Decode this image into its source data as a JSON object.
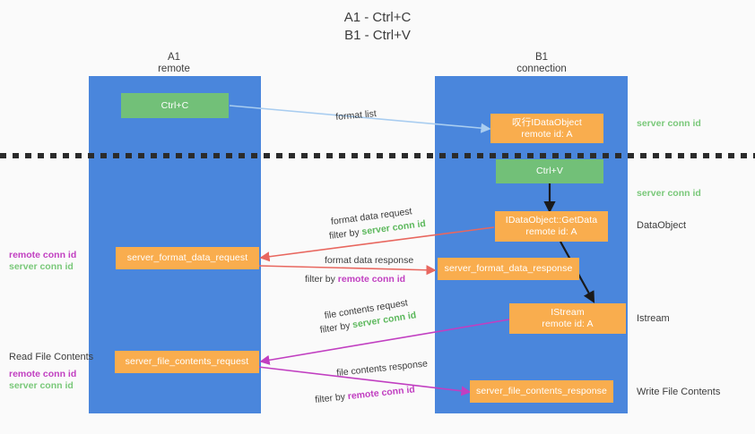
{
  "title": "A1 - Ctrl+C\nB1 - Ctrl+V",
  "lanes": [
    {
      "name": "A1",
      "sub": "remote",
      "header": "A1\nremote"
    },
    {
      "name": "B1",
      "sub": "connection",
      "header": "B1\nconnection"
    }
  ],
  "nodes": {
    "ctrl_c": "Ctrl+C",
    "ctrl_v": "Ctrl+V",
    "idataobject": "叹行IDataObject\nremote id: A",
    "getdata": "IDataObject::GetData\nremote id: A",
    "istream": "IStream\nremote id: A",
    "server_format_data_request": "server_format_data_request",
    "server_format_data_response": "server_format_data_response",
    "server_file_contents_request": "server_file_contents_request",
    "server_file_contents_response": "server_file_contents_response"
  },
  "edges": {
    "format_list": "format list",
    "format_data_request": "format data request",
    "format_data_response": "format data response",
    "file_contents_request": "file contents request",
    "file_contents_response": "file contents response",
    "filter_by": "filter by ",
    "server_conn_id": "server conn id",
    "remote_conn_id": "remote conn id"
  },
  "right_labels": {
    "server_conn_id_top": "server conn id",
    "server_conn_id_mid": "server conn id",
    "dataobject": "DataObject",
    "istream": "Istream",
    "write_file_contents": "Write File Contents"
  },
  "left_labels": {
    "read_file_contents": "Read File Contents",
    "remote_conn_id": "remote conn id",
    "server_conn_id": "server conn id"
  },
  "colors": {
    "lane": "#4a86dc",
    "green_node": "#72c078",
    "orange_node": "#f9ad4e",
    "light_blue_arrow": "#a9cdf0",
    "red_arrow": "#e8675f",
    "magenta_arrow": "#c13fc1",
    "black_arrow": "#1a1a1a",
    "green_text": "#5cb85c",
    "purple_text": "#c13fc1",
    "background": "#fafafa"
  }
}
